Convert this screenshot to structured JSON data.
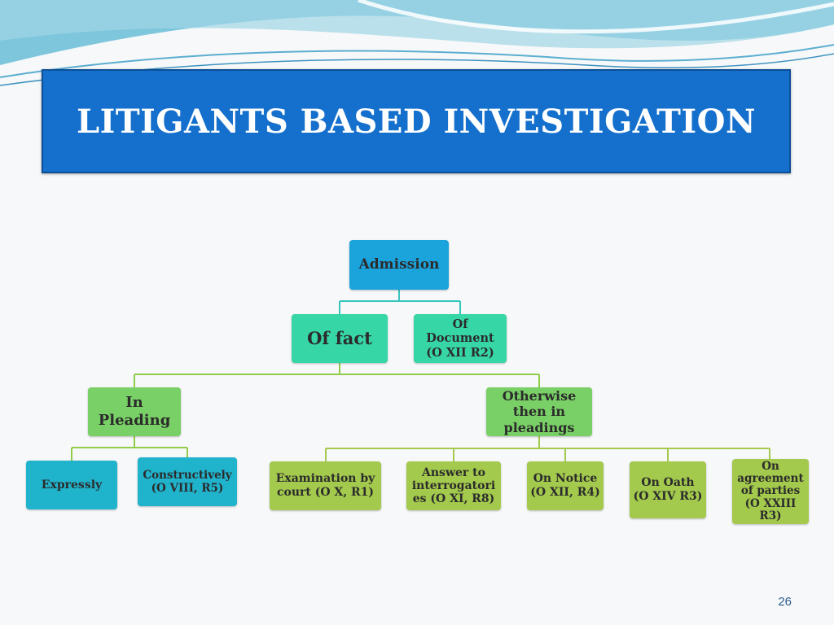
{
  "title": "LITIGANTS BASED INVESTIGATION",
  "page_number": "26",
  "colors": {
    "banner": "#1470cc",
    "wave": "#6fc3de",
    "connector": "#8fcd4a"
  },
  "diagram": {
    "root": "Admission",
    "level1": {
      "of_fact": "Of fact",
      "of_document": [
        "Of",
        "Document",
        "(O XII R2)"
      ]
    },
    "level2": {
      "in_pleading": [
        "In",
        "Pleading"
      ],
      "otherwise": [
        "Otherwise",
        "then in",
        "pleadings"
      ]
    },
    "level3": {
      "expressly": "Expressly",
      "constructively": [
        "Constructively",
        "(O VIII, R5)"
      ],
      "examination": [
        "Examination by",
        "court (O X, R1)"
      ],
      "interrogatories": [
        "Answer to",
        "interrogatori",
        "es (O XI, R8)"
      ],
      "notice": [
        "On Notice",
        "(O XII, R4)"
      ],
      "oath": [
        "On Oath",
        "(O XIV R3)"
      ],
      "agreement": [
        "On",
        "agreement",
        "of parties",
        "(O XXIII",
        "R3)"
      ]
    }
  }
}
